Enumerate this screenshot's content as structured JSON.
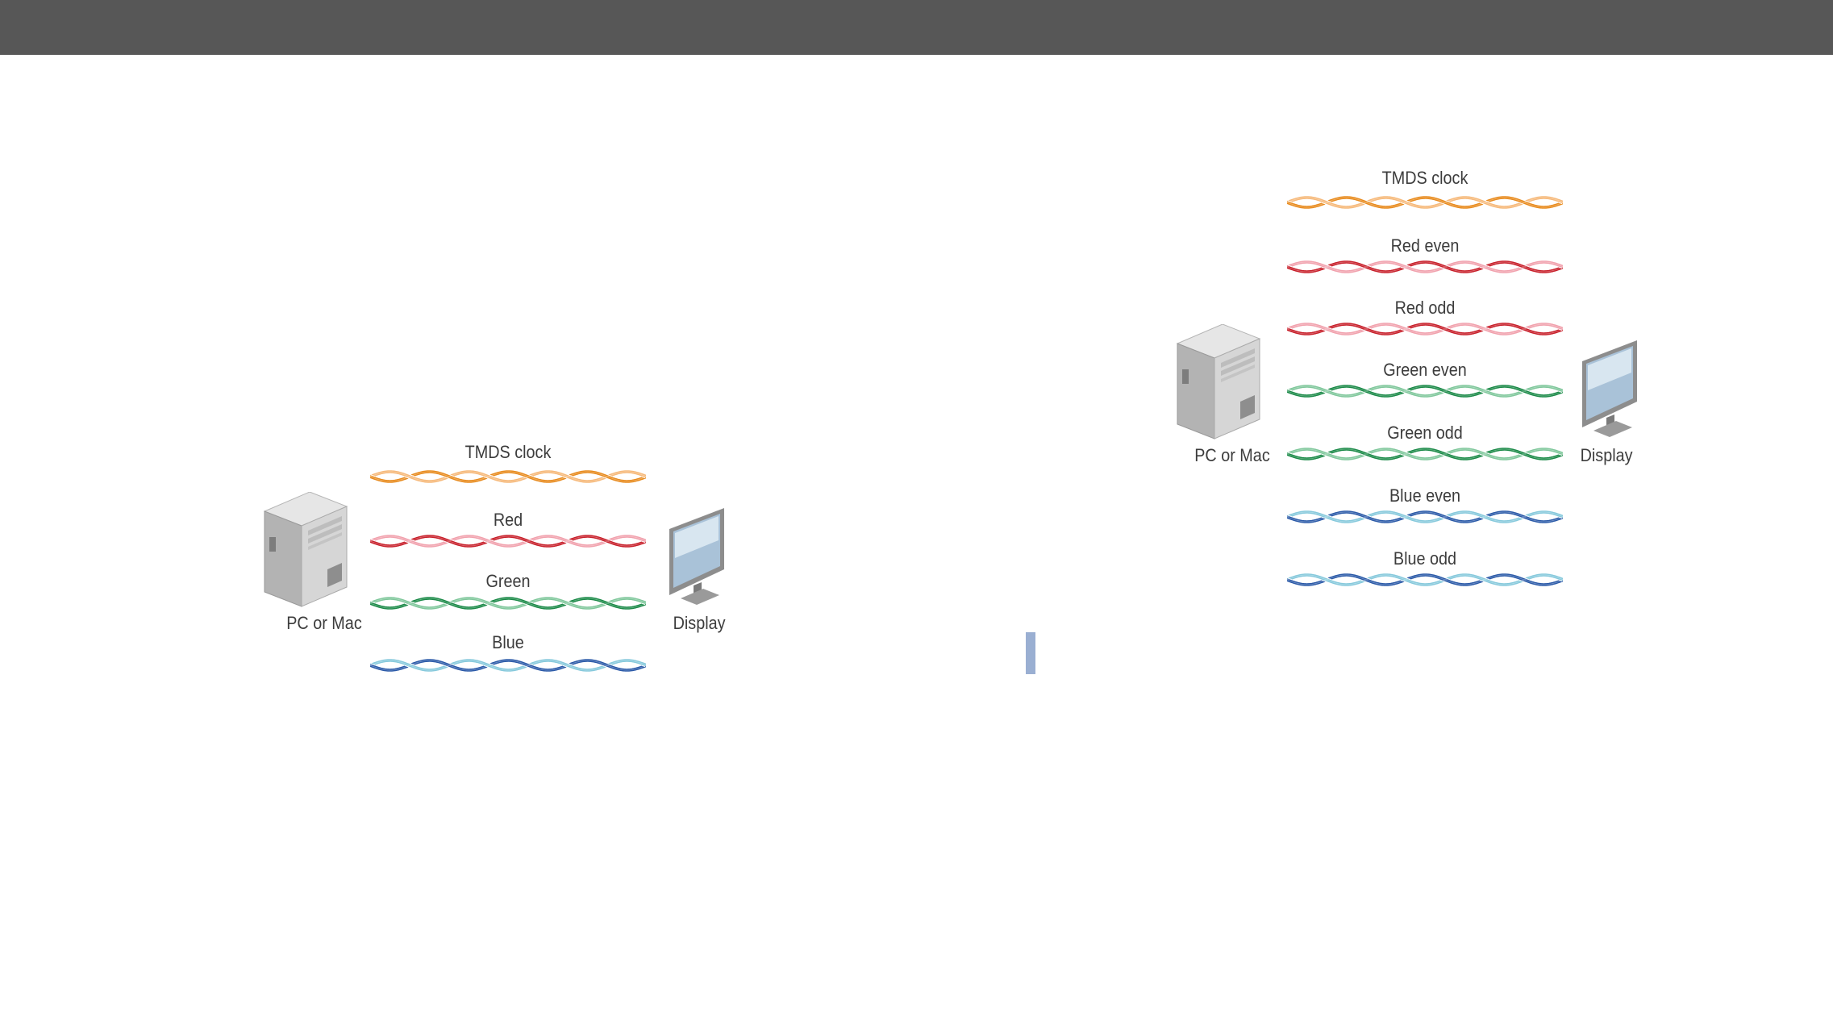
{
  "colors": {
    "header_bar": "#575757",
    "marker": "#9aafd2",
    "clock_dark": "#e88b1e",
    "clock_light": "#f6b97a",
    "red_dark": "#c8202b",
    "red_light": "#f1a1ad",
    "green_dark": "#1b8a48",
    "green_light": "#7fc79b",
    "blue_dark": "#2b5aa8",
    "blue_light": "#86c9dc"
  },
  "single_link": {
    "source_label": "PC or Mac",
    "sink_label": "Display",
    "source_icon": "pc-tower-icon",
    "sink_icon": "monitor-icon",
    "channels": [
      {
        "label": "TMDS clock",
        "color": "clock"
      },
      {
        "label": "Red",
        "color": "red"
      },
      {
        "label": "Green",
        "color": "green"
      },
      {
        "label": "Blue",
        "color": "blue"
      }
    ]
  },
  "dual_link": {
    "source_label": "PC or Mac",
    "sink_label": "Display",
    "source_icon": "pc-tower-icon",
    "sink_icon": "monitor-icon",
    "channels": [
      {
        "label": "TMDS clock",
        "color": "clock"
      },
      {
        "label": "Red even",
        "color": "red"
      },
      {
        "label": "Red odd",
        "color": "red"
      },
      {
        "label": "Green even",
        "color": "green"
      },
      {
        "label": "Green odd",
        "color": "green"
      },
      {
        "label": "Blue even",
        "color": "blue"
      },
      {
        "label": "Blue odd",
        "color": "blue"
      }
    ]
  }
}
